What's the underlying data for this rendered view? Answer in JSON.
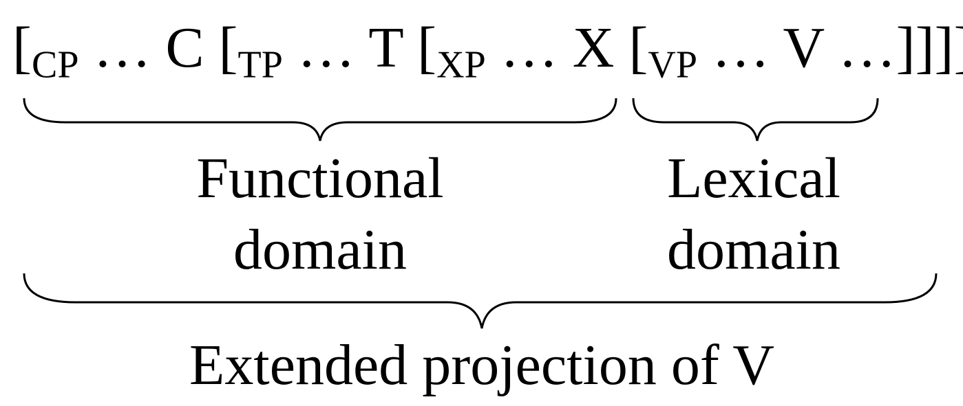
{
  "bracketing": {
    "cp_open": "[",
    "cp_label": "CP",
    "cp_dots": " … C ",
    "tp_open": "[",
    "tp_label": "TP",
    "tp_dots": " … T ",
    "xp_open": "[",
    "xp_label": "XP",
    "xp_dots": " … X ",
    "vp_open": "[",
    "vp_label": "VP",
    "vp_dots": " … V …",
    "closing": "]]]]"
  },
  "labels": {
    "functional_line1": "Functional",
    "functional_line2": "domain",
    "lexical_line1": "Lexical",
    "lexical_line2": "domain",
    "extended": "Extended projection of V"
  }
}
